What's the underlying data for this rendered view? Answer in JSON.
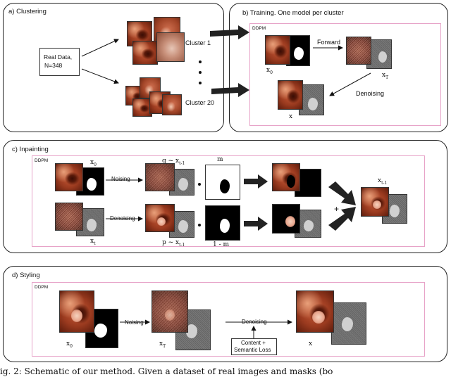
{
  "panels": {
    "clustering": {
      "title": "a) Clustering",
      "real_data_line1": "Real Data,",
      "real_data_line2": "N=348",
      "cluster_first": "Cluster 1",
      "cluster_last": "Cluster 20"
    },
    "training": {
      "title": "b) Training. One model per cluster",
      "model": "DDPM",
      "forward": "Forward",
      "denoising": "Denoising",
      "x0": "x",
      "x0_sub": "0",
      "xT": "x",
      "xT_sub": "T",
      "x": "x"
    },
    "inpainting": {
      "title": "c) Inpainting",
      "model": "DDPM",
      "x0": "x",
      "x0_sub": "0",
      "xt": "x",
      "xt_sub": "t",
      "noising": "Noising",
      "denoising": "Denoising",
      "q_label": "q ~ x",
      "q_sub": "t-1",
      "p_label": "p ~ x",
      "p_sub": "t-1",
      "m": "m",
      "one_minus_m": "1 - m",
      "plus": "+",
      "xt1": "x",
      "xt1_sub": "t-1"
    },
    "styling": {
      "title": "d) Styling",
      "model": "DDPM",
      "x0": "x",
      "x0_sub": "0",
      "xT": "x",
      "xT_sub": "T",
      "x": "x",
      "noising": "Noising",
      "denoising": "Denoising",
      "loss_line1": "Content +",
      "loss_line2": "Semantic Loss"
    }
  },
  "caption": "ig. 2: Schematic of our method. Given a dataset of real images and masks (bo"
}
